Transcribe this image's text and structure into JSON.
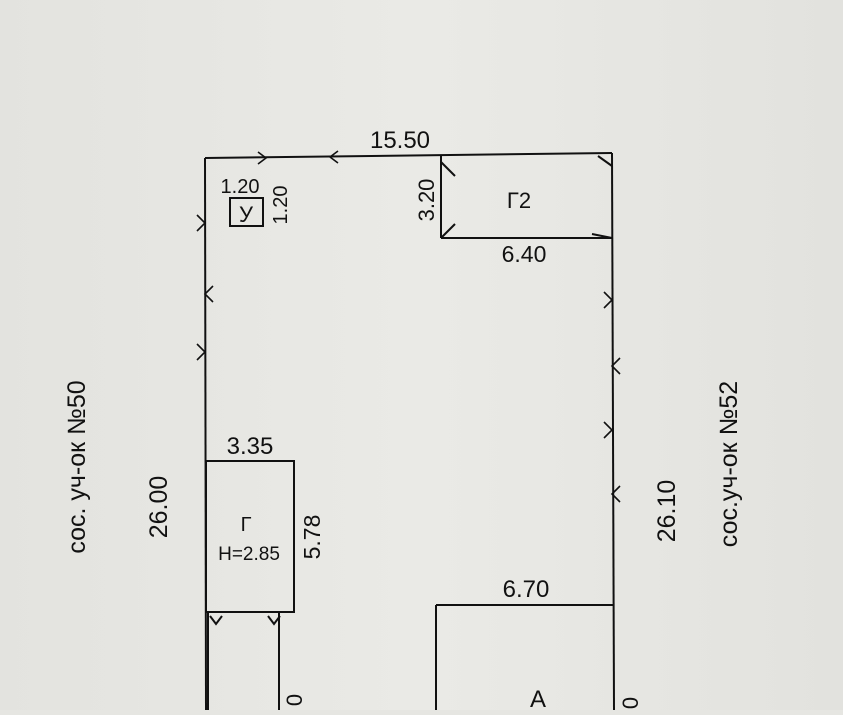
{
  "plan": {
    "top_width": "15.50",
    "left_side": "26.00",
    "right_side": "26.10",
    "neighbor_left": "сос. уч-ок №50",
    "neighbor_right": "сос.уч-ок №52",
    "toilet_label": "У",
    "toilet_w": "1.20",
    "toilet_h": "1.20",
    "g2_label": "Г2",
    "g2_height": "3.20",
    "g2_width": "6.40",
    "g_label": "Г",
    "g_h_note": "Н=2.85",
    "g_width": "3.35",
    "g_depth": "5.78",
    "house_width": "6.70",
    "house_label": "А",
    "partial_left": "0",
    "partial_right": "0"
  },
  "colors": {
    "paper": "#e6e6e2",
    "ink": "#111111"
  }
}
